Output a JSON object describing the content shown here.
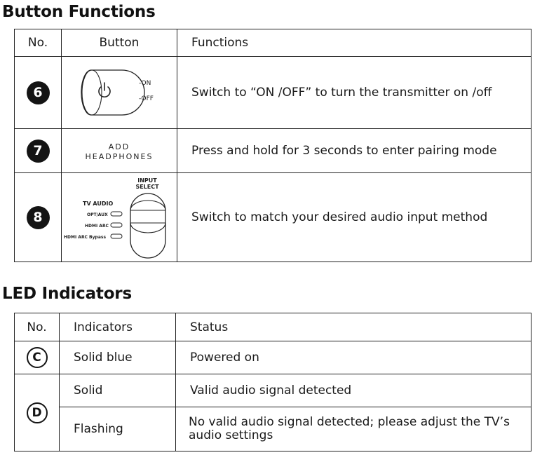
{
  "sections": {
    "buttons_title": "Button Functions",
    "led_title": "LED Indicators"
  },
  "button_table": {
    "headers": [
      "No.",
      "Button",
      "Functions"
    ],
    "rows": [
      {
        "no": "6",
        "function": "Switch to “ON /OFF” to turn the transmitter on /off",
        "illustration": {
          "on_label": "-ON",
          "off_label": "-OFF"
        }
      },
      {
        "no": "7",
        "function": "Press and hold for 3 seconds to enter pairing mode",
        "illustration": {
          "line1": "ADD",
          "line2": "HEADPHONES"
        }
      },
      {
        "no": "8",
        "function": "Switch to match your desired audio input method",
        "illustration": {
          "input_line1": "INPUT",
          "input_line2": "SELECT",
          "tv_audio": "TV AUDIO",
          "options": [
            "OPT/AUX",
            "HDMI ARC",
            "HDMI ARC Bypass"
          ]
        }
      }
    ]
  },
  "led_table": {
    "headers": [
      "No.",
      "Indicators",
      "Status"
    ],
    "rows": [
      {
        "no": "C",
        "indicator": "Solid blue",
        "status": "Powered on"
      },
      {
        "no": "D",
        "indicator": "Solid",
        "status": "Valid audio signal detected"
      },
      {
        "no": "",
        "indicator": "Flashing",
        "status_line1": "No valid audio signal detected; please adjust the TV’s",
        "status_line2": "audio settings"
      }
    ]
  },
  "icons": {
    "power_switch": "power-icon",
    "selector": "input-select-slider"
  }
}
